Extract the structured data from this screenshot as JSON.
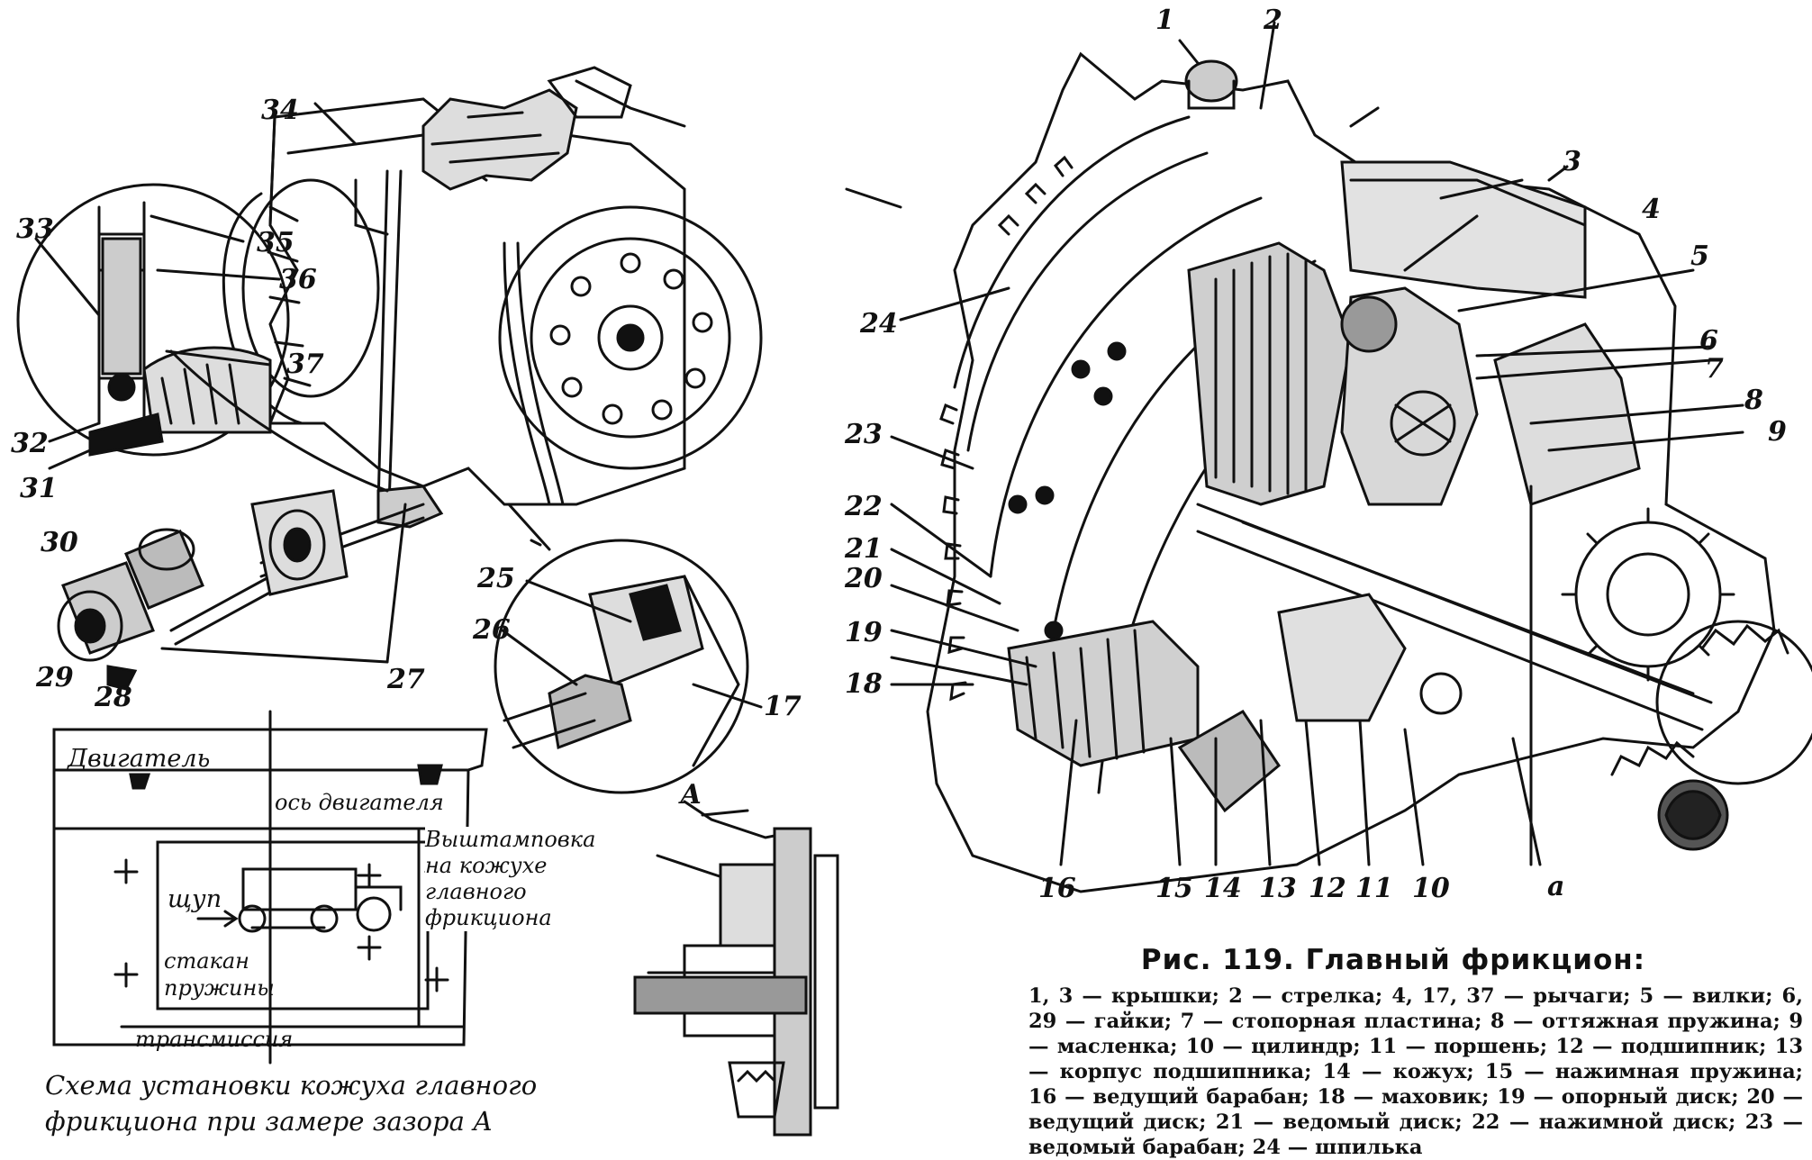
{
  "caption": {
    "title": "Рис. 119. Главный фрикцион:",
    "legend": "1, 3 — крышки; 2 — стрелка; 4, 17, 37 — рычаги; 5 — вилки; 6, 29 — гайки; 7 — стопорная пластина; 8 — оттяжная пружина; 9 — масленка; 10 — цилиндр; 11 — поршень; 12 — подшипник; 13 — корпус подшипника; 14 — кожух; 15 — нажимная пружина; 16 — ведущий барабан; 18 — маховик; 19 — опорный диск; 20 — ведущий диск; 21 — ведомый диск; 22 — нажимной диск; 23 — ведомый барабан; 24 — шпилька"
  },
  "inset": {
    "engine": "Двигатель",
    "engine_axis": "ось двигателя",
    "stamping": "Выштамповка на кожухе главного фрикциона",
    "probe": "щуп",
    "spring_cup": "стакан пружины",
    "transmission": "трансмиссия",
    "scheme_caption": "Схема установки кожуха главного фрикциона при замере зазора А",
    "section_label": "А"
  },
  "labels": {
    "n1": "1",
    "n2": "2",
    "n3": "3",
    "n4": "4",
    "n5": "5",
    "n6": "6",
    "n7": "7",
    "n8": "8",
    "n9": "9",
    "n10": "10",
    "n11": "11",
    "n12": "12",
    "n13": "13",
    "n14": "14",
    "n15": "15",
    "n16": "16",
    "n17": "17",
    "n18": "18",
    "n19": "19",
    "n20": "20",
    "n21": "21",
    "n22": "22",
    "n23": "23",
    "n24": "24",
    "n25": "25",
    "n26": "26",
    "n27": "27",
    "n28": "28",
    "n29": "29",
    "n30": "30",
    "n31": "31",
    "n32": "32",
    "n33": "33",
    "n34": "34",
    "n35": "35",
    "n36": "36",
    "n37": "37",
    "na": "а"
  }
}
